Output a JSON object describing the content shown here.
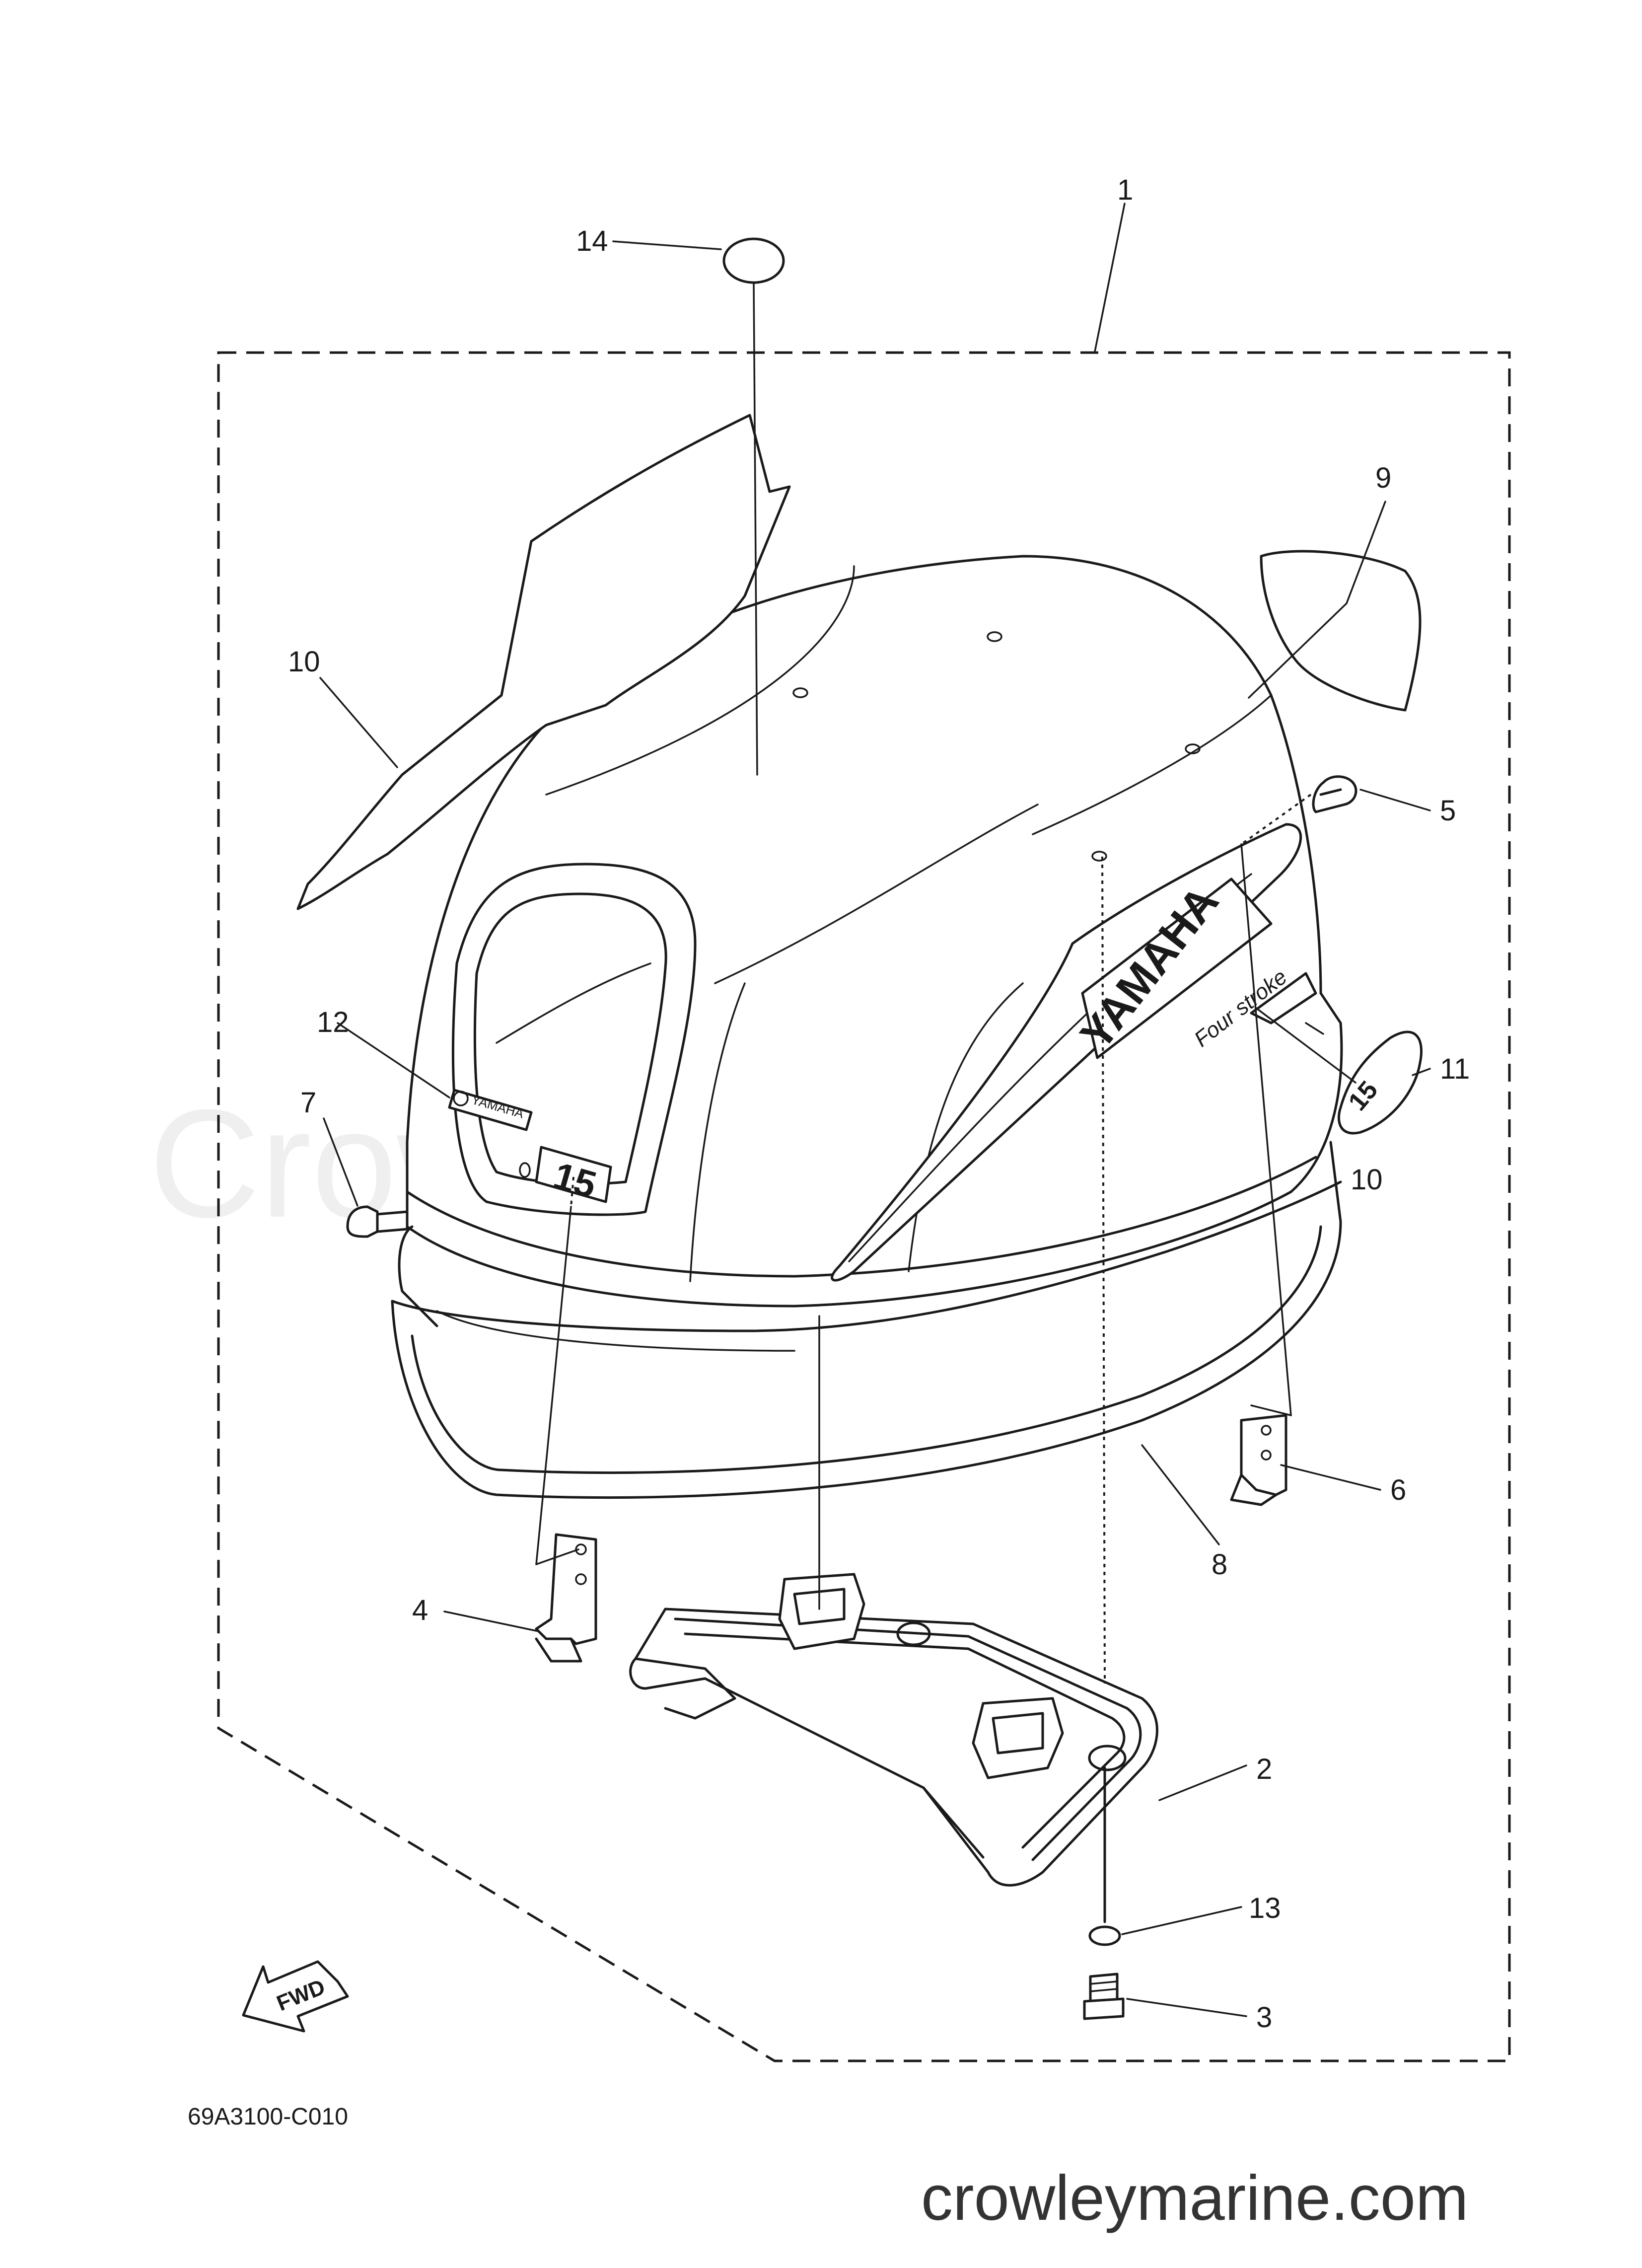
{
  "diagram": {
    "part_code": "69A3100-C010",
    "fwd_label": "FWD",
    "watermark": "Crowley Marine",
    "site": "crowleymarine.com",
    "decal_brand": "YAMAHA",
    "decal_subtitle": "Four stroke",
    "decal_model": "15",
    "small_badge_brand": "YAMAHA",
    "callouts": [
      "1",
      "2",
      "3",
      "4",
      "5",
      "6",
      "7",
      "8",
      "9",
      "10",
      "10",
      "11",
      "12",
      "13",
      "14"
    ]
  }
}
